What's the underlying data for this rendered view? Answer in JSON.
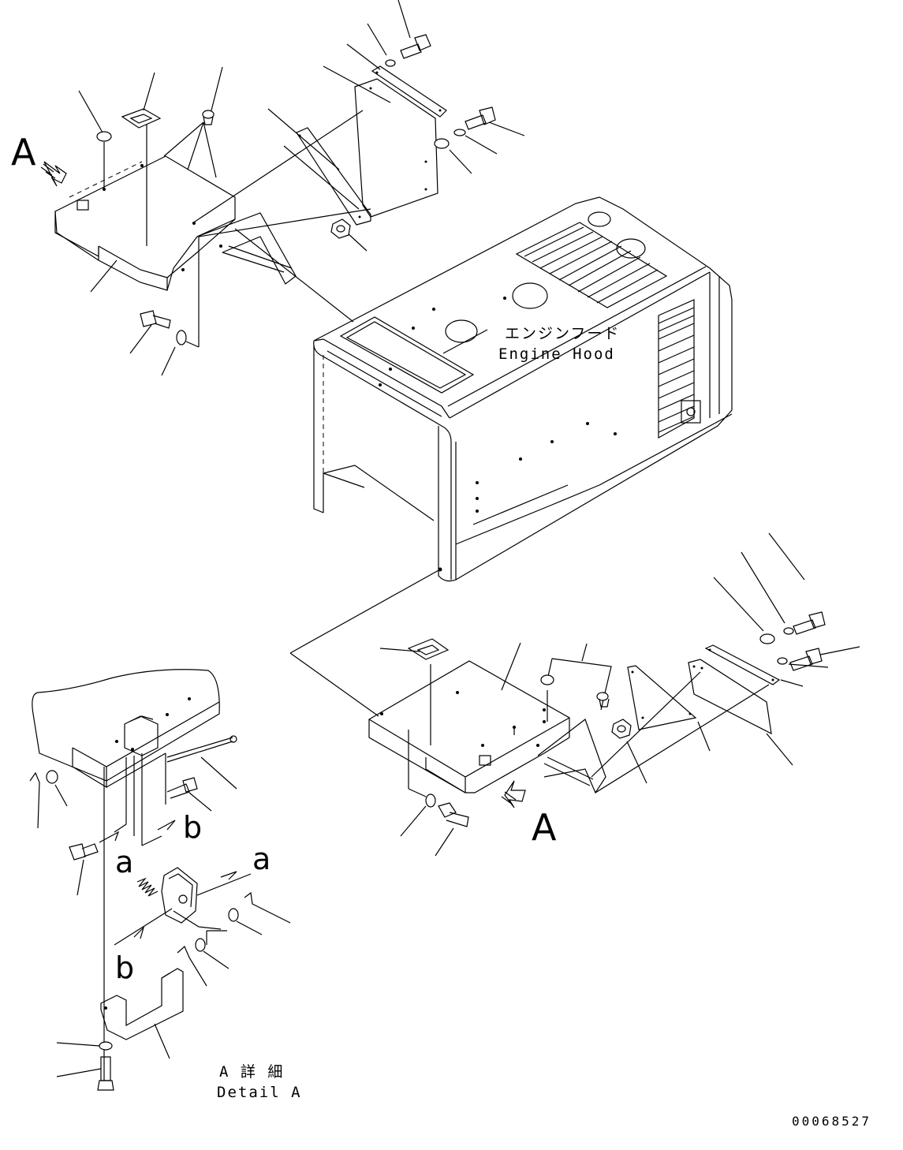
{
  "labels": {
    "view_marker_top": "A",
    "view_marker_bottom": "A",
    "engine_hood_jp": "エンジンフード",
    "engine_hood_en": "Engine Hood",
    "detail_letter_a1": "a",
    "detail_letter_a2": "a",
    "detail_letter_b1": "b",
    "detail_letter_b2": "b",
    "detail_jp": "A 詳 細",
    "detail_en": "Detail A",
    "drawing_number": "00068527"
  },
  "icons": {
    "view_arrow": "view-direction-arrow",
    "bolt": "bolt",
    "washer": "washer",
    "nut": "nut"
  },
  "colors": {
    "ink": "#000000",
    "paper": "#ffffff"
  }
}
